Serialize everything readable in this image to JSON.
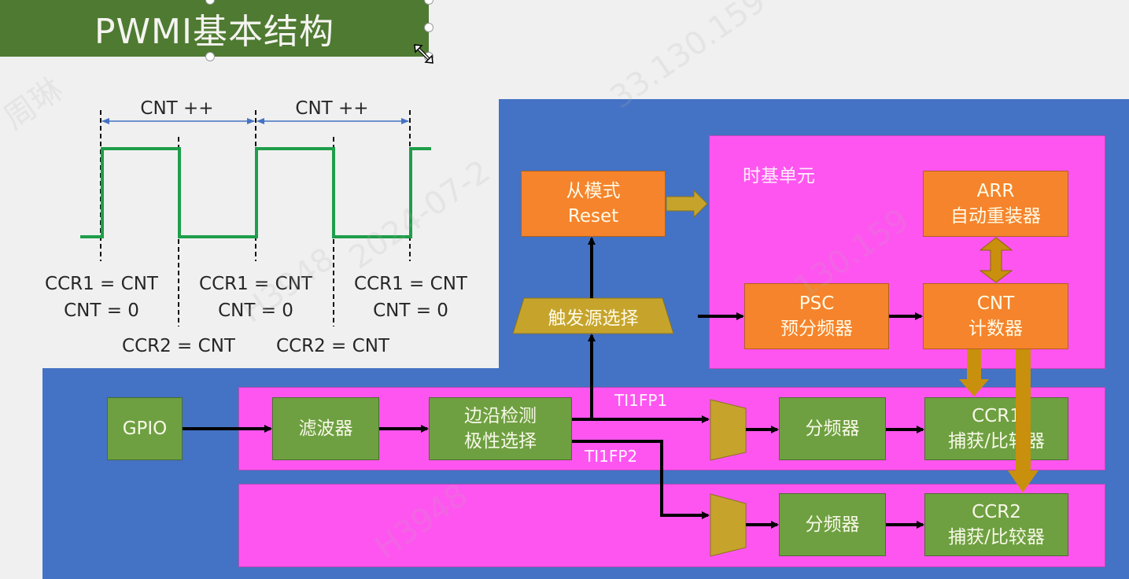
{
  "slide": {
    "title": "PWMI基本结构"
  },
  "waveform": {
    "period_labels": [
      "CNT ++",
      "CNT ++"
    ],
    "rising_edge_labels": [
      {
        "line1": "CCR1 = CNT",
        "line2": "CNT = 0"
      },
      {
        "line1": "CCR1 = CNT",
        "line2": "CNT = 0"
      },
      {
        "line1": "CCR1 = CNT",
        "line2": "CNT = 0"
      }
    ],
    "falling_edge_labels": [
      "CCR2 = CNT",
      "CCR2 = CNT"
    ],
    "colors": {
      "signal": "#1e9e4a",
      "arrow": "#4472c4"
    }
  },
  "diagram": {
    "time_base": {
      "label": "时基单元",
      "arr": {
        "line1": "ARR",
        "line2": "自动重装器"
      },
      "psc": {
        "line1": "PSC",
        "line2": "预分频器"
      },
      "cnt": {
        "line1": "CNT",
        "line2": "计数器"
      }
    },
    "slave_mode": {
      "line1": "从模式",
      "line2": "Reset"
    },
    "trigger_select": "触发源选择",
    "gpio": "GPIO",
    "filter": "滤波器",
    "edge_detect": {
      "line1": "边沿检测",
      "line2": "极性选择"
    },
    "signals": {
      "tifp1": "TI1FP1",
      "tifp2": "TI1FP2"
    },
    "channel1": {
      "prescaler": "分频器",
      "ccr": {
        "line1": "CCR1",
        "line2": "捕获/比较器"
      }
    },
    "channel2": {
      "prescaler": "分频器",
      "ccr": {
        "line1": "CCR2",
        "line2": "捕获/比较器"
      }
    },
    "colors": {
      "background": "#4472c4",
      "unit": "#ff55f0",
      "orange": "#f5842c",
      "green": "#6ea041",
      "mux": "#c6a42c",
      "bus": "#c8900c"
    }
  },
  "watermarks": [
    "周琳",
    "2024-07-2",
    "33.130.159",
    "H3948",
    "H3948",
    "130.159"
  ]
}
